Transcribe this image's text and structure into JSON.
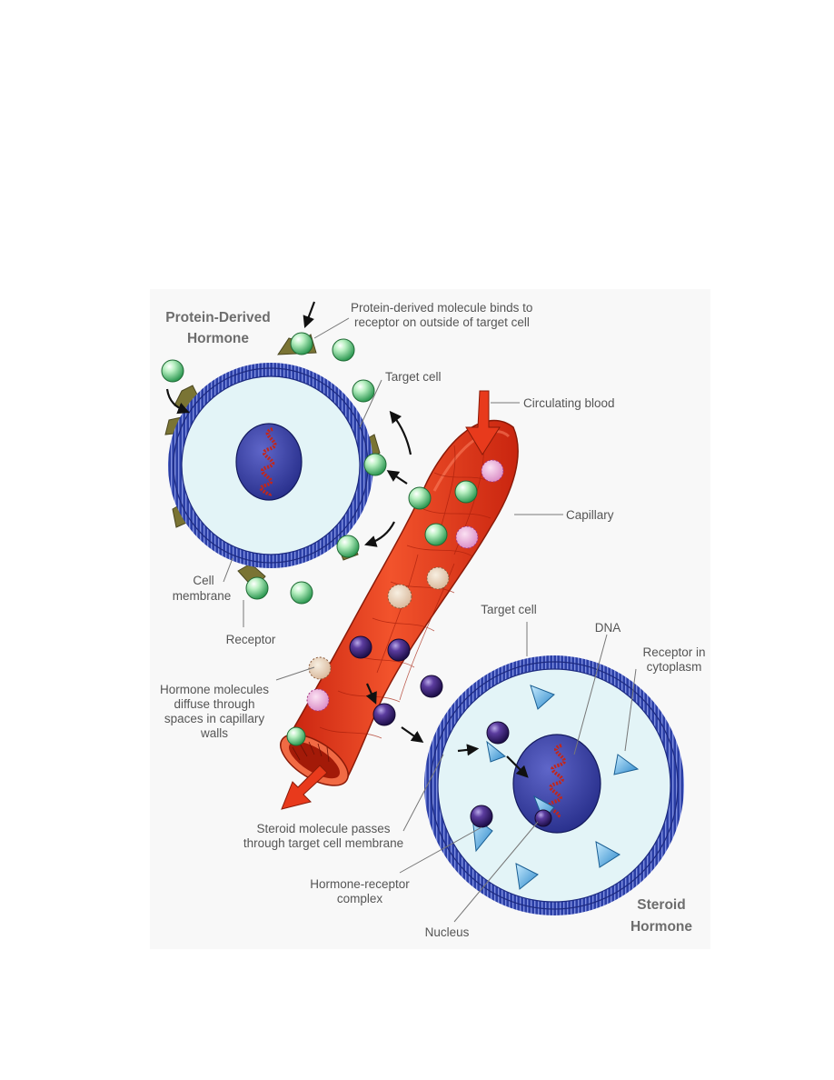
{
  "titles": {
    "protein_line1": "Protein-Derived",
    "protein_line2": "Hormone",
    "steroid_line1": "Steroid",
    "steroid_line2": "Hormone"
  },
  "labels": {
    "binds_line1": "Protein-derived molecule binds to",
    "binds_line2": "receptor on outside of target cell",
    "target_cell_top": "Target cell",
    "circulating_blood": "Circulating blood",
    "capillary": "Capillary",
    "cell_membrane_line1": "Cell",
    "cell_membrane_line2": "membrane",
    "receptor": "Receptor",
    "target_cell_bottom": "Target cell",
    "dna": "DNA",
    "receptor_cyto_line1": "Receptor in",
    "receptor_cyto_line2": "cytoplasm",
    "diffuse_line1": "Hormone molecules",
    "diffuse_line2": "diffuse through",
    "diffuse_line3": "spaces in capillary",
    "diffuse_line4": "walls",
    "steroid_passes_line1": "Steroid molecule passes",
    "steroid_passes_line2": "through target cell membrane",
    "complex_line1": "Hormone-receptor",
    "complex_line2": "complex",
    "nucleus": "Nucleus"
  },
  "colors": {
    "membrane_blue": "#2b3fa6",
    "cytoplasm": "#e3f4f7",
    "nucleus": "#2f3596",
    "dna_red": "#c2261a",
    "capillary_red": "#e8401e",
    "protein_hormone_green": "#7fd58e",
    "steroid_purple": "#3a2377",
    "receptor_olive": "#7a7434",
    "cyto_receptor_blue": "#3aa7e0"
  }
}
